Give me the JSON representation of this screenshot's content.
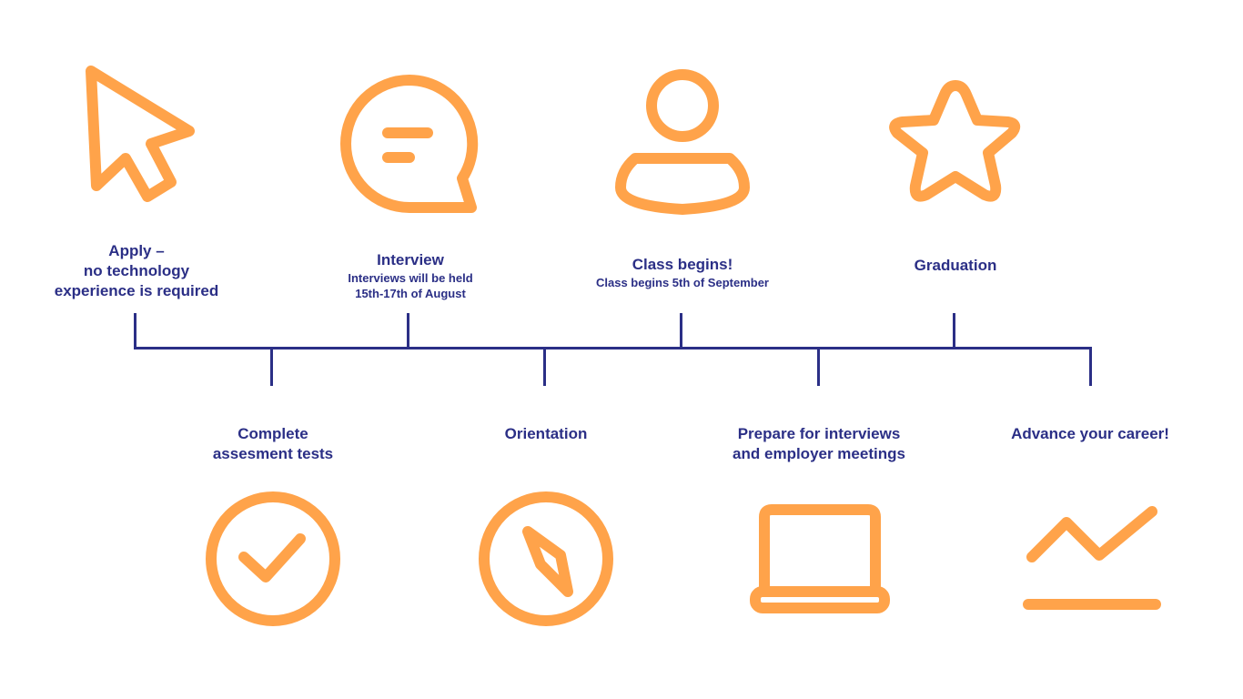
{
  "steps_top": [
    {
      "icon": "cursor-icon",
      "title_lines": [
        "Apply –",
        "no technology",
        "experience is required"
      ],
      "sub_lines": []
    },
    {
      "icon": "chat-bubble-icon",
      "title_lines": [
        "Interview"
      ],
      "sub_lines": [
        "Interviews will be held",
        "15th-17th of August"
      ]
    },
    {
      "icon": "user-icon",
      "title_lines": [
        "Class begins!"
      ],
      "sub_lines": [
        "Class begins 5th of September"
      ]
    },
    {
      "icon": "star-icon",
      "title_lines": [
        "Graduation"
      ],
      "sub_lines": []
    }
  ],
  "steps_bottom": [
    {
      "icon": "check-circle-icon",
      "title_lines": [
        "Complete",
        "assesment tests"
      ]
    },
    {
      "icon": "compass-icon",
      "title_lines": [
        "Orientation"
      ]
    },
    {
      "icon": "laptop-icon",
      "title_lines": [
        "Prepare for interviews",
        "and employer meetings"
      ]
    },
    {
      "icon": "trend-chart-icon",
      "title_lines": [
        "Advance your career!"
      ]
    }
  ],
  "colors": {
    "accent": "#ffa34a",
    "line": "#2b2f86",
    "text": "#2b2f86"
  }
}
